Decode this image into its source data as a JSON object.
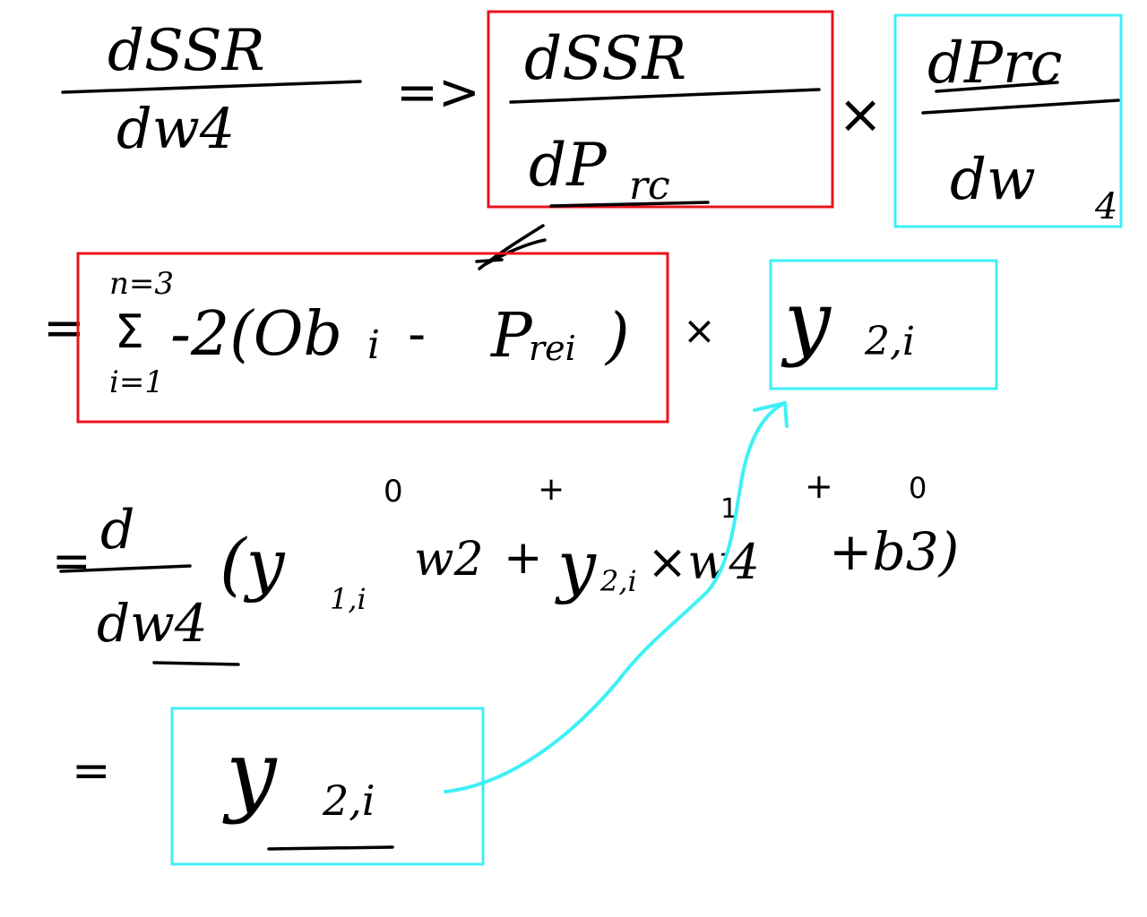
{
  "colors": {
    "ink": "#000000",
    "red_box": "#e8141c",
    "cyan_box": "#3ff0f4",
    "background": "#ffffff"
  },
  "row1": {
    "lhs_num": "dSSR",
    "lhs_den": "dw4",
    "implies": "=>",
    "red_num": "dSSR",
    "red_den_d": "dP",
    "red_den_sub": "rc",
    "times": "×",
    "cyan_num": "dPrc",
    "cyan_den": "dw",
    "cyan_den_sub": "4"
  },
  "row2": {
    "equals": "=",
    "sum_top": "n=3",
    "sum_symbol": "Σ",
    "sum_bottom": "i=1",
    "sum_body": "-2(Ob",
    "obs_sub": "i",
    "minus": "-",
    "pred": "P",
    "pred_sub": "rei",
    "close_paren": ")",
    "times": "×",
    "cyan_y": "y",
    "cyan_sub": "2,i"
  },
  "row3": {
    "equals": "=",
    "frac_num": "d",
    "frac_den": "dw4",
    "open": "(y",
    "y1_sub": "1,i",
    "w2": "w2",
    "plus1": "+",
    "y2": "y",
    "y2_sub": "2,i",
    "times_w4": "×w4",
    "plus2": "+b3)",
    "ann_0_a": "0",
    "ann_plus_a": "+",
    "ann_1": "1",
    "ann_plus_b": "+",
    "ann_0_b": "0"
  },
  "row4": {
    "equals": "=",
    "y": "y",
    "sub": "2,i"
  }
}
